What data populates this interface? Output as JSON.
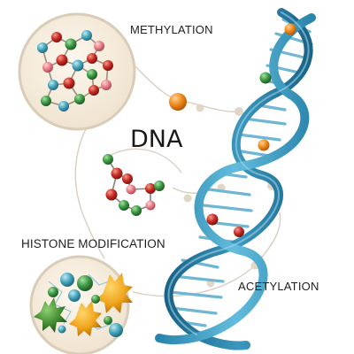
{
  "labels": {
    "methylation": "METHYLATION",
    "dna": "DNA",
    "histone_modification": "HISTONE MODIFICATION",
    "acetylation": "ACETYLATION"
  },
  "colors": {
    "helix_dark": "#1f6f95",
    "helix_light": "#49a8cc",
    "rung": "#6fb6d4",
    "connector": "#d8cfc2",
    "node": "#e2d6c4",
    "panel_bg": "#f6ecdd",
    "panel_border": "#d9ccb8",
    "ball_orange": "#ef8a1c",
    "ball_red": "#c62c24",
    "ball_green": "#3d9a45",
    "ball_teal": "#48a6bd",
    "ball_pink": "#e7808a",
    "histone_orange": "#f0a41c",
    "histone_green": "#3f8a2f"
  },
  "icons": {
    "methylation_molecule": "molecule-network-icon",
    "central_molecule": "molecule-chain-icon",
    "histone_cluster": "histone-protein-icon",
    "dna_strand": "double-helix-icon"
  }
}
